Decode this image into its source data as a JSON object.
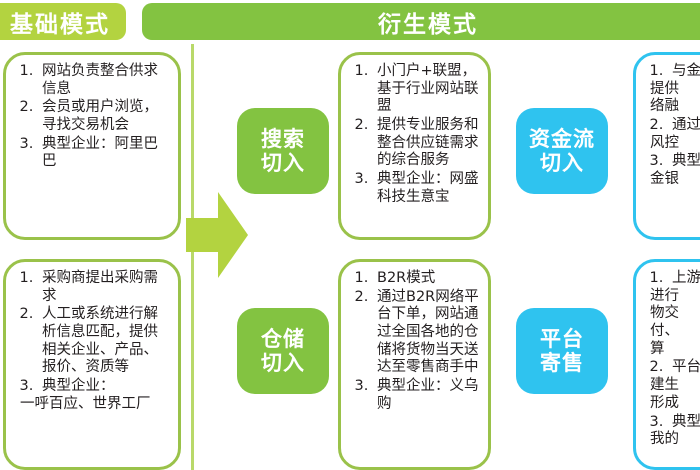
{
  "headers": {
    "basic": "基础模式",
    "derived": "衍生模式"
  },
  "colors": {
    "header_basic": "#b3d340",
    "header_derived": "#83c341",
    "tile_green": "#83c341",
    "tile_cyan": "#2fc3ef",
    "card_border_green": "#9ac24a",
    "card_border_cyan": "#2fc3ef",
    "arrow": "#b3d340",
    "divider": "#b9d96a",
    "text": "#231f20"
  },
  "arrow": {
    "name": "right-arrow",
    "direction": "right"
  },
  "columns": {
    "basic": {
      "cards": [
        {
          "id": "basic-1",
          "items": [
            "网站负责整合供求信息",
            "会员或用户浏览，寻找交易机会",
            "典型企业：阿里巴巴"
          ]
        },
        {
          "id": "basic-2",
          "items": [
            "采购商提出采购需求",
            " 人工或系统进行解析信息匹配，提供相关企业、产品、报价、资质等",
            "典型企业："
          ],
          "tail": "一呼百应、世界工厂"
        }
      ]
    },
    "derived": {
      "tiles": [
        {
          "id": "search",
          "lines": [
            "搜索",
            "切入"
          ],
          "color": "green"
        },
        {
          "id": "storage",
          "lines": [
            "仓储",
            "切入"
          ],
          "color": "green"
        },
        {
          "id": "fund",
          "lines": [
            "资金流",
            "切入"
          ],
          "color": "cyan"
        },
        {
          "id": "platform",
          "lines": [
            "平台",
            "寄售"
          ],
          "color": "cyan"
        }
      ],
      "cards": [
        {
          "id": "mid-1",
          "items": [
            "小门户+联盟，基于行业网站联盟",
            "提供专业服务和整合供应链需求的综合服务",
            "典型企业：网盛科技生意宝"
          ]
        },
        {
          "id": "mid-2",
          "items": [
            "B2R模式",
            "通过B2R网络平台下单，网站通过全国各地的仓储将货物当天送达至零售商手中",
            "典型企业：义乌购"
          ]
        },
        {
          "id": "right-1",
          "items": [
            "与金",
            "通过",
            "典型"
          ],
          "continuations": [
            [
              "提供",
              "络融"
            ],
            [
              "风控"
            ],
            [
              "金银"
            ]
          ]
        },
        {
          "id": "right-2",
          "items": [
            "上游",
            "平台",
            "典型"
          ],
          "continuations": [
            [
              "进行",
              "物交",
              "付、",
              "算"
            ],
            [
              "建生",
              "形成"
            ],
            [
              "我的"
            ]
          ]
        }
      ]
    }
  }
}
